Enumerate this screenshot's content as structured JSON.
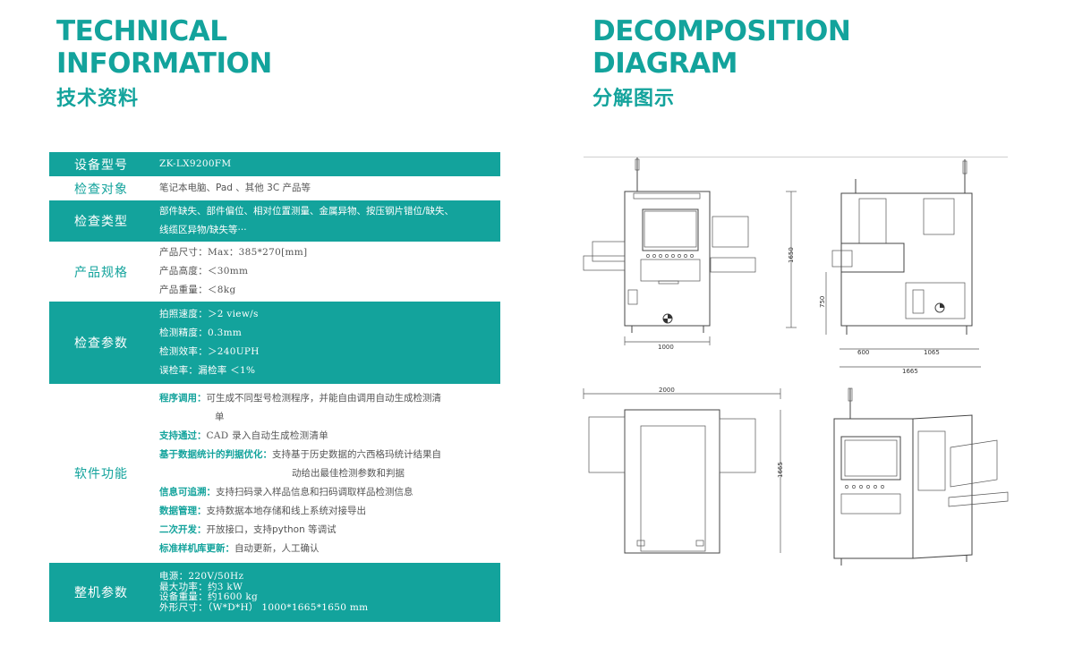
{
  "left": {
    "title_line1": "TECHNICAL",
    "title_line2": "INFORMATION",
    "subtitle": "技术资料"
  },
  "right": {
    "title_line1": "DECOMPOSITION",
    "title_line2": "DIAGRAM",
    "subtitle": "分解图示"
  },
  "spec": {
    "model": {
      "label": "设备型号",
      "value": "ZK-LX9200FM"
    },
    "target": {
      "label": "检查对象",
      "value": "笔记本电脑、Pad 、其他 3C 产品等"
    },
    "type": {
      "label": "检查类型",
      "line1": "部件缺失、部件偏位、相对位置测量、金属异物、按压钢片错位/缺失、",
      "line2": "线缆区异物/缺失等···"
    },
    "product": {
      "label": "产品规格",
      "lines": [
        "产品尺寸：Max：385*270[mm]",
        "产品高度：＜30mm",
        "产品重量：＜8kg"
      ]
    },
    "params": {
      "label": "检查参数",
      "lines": [
        "拍照速度：＞2 view/s",
        "检测精度：0.3mm",
        "检测效率：＞240UPH",
        "误检率：漏检率 ＜1%"
      ]
    },
    "software": {
      "label": "软件功能",
      "items": [
        {
          "key": "程序调用：",
          "value": "可生成不同型号检测程序，并能自由调用自动生成检测清",
          "cont": "单"
        },
        {
          "key": "支持通过：",
          "value": "CAD 录入自动生成检测清单"
        },
        {
          "key": "基于数据统计的判据优化：",
          "value": "支持基于历史数据的六西格玛统计结果自",
          "cont": "动给出最佳检测参数和判据"
        },
        {
          "key": "信息可追溯：",
          "value": "支持扫码录入样品信息和扫码调取样品检测信息"
        },
        {
          "key": "数据管理：",
          "value": "支持数据本地存储和线上系统对接导出"
        },
        {
          "key": "二次开发：",
          "value": "开放接口，支持python 等调试"
        },
        {
          "key": "标准样机库更新：",
          "value": "自动更新，人工确认"
        }
      ]
    },
    "machine": {
      "label": "整机参数",
      "lines": [
        "电源：220V/50Hz",
        "最大功率：约3 kW",
        "设备重量：约1600 kg",
        "外形尺寸：（W*D*H） 1000*1665*1650 mm"
      ]
    }
  },
  "diagram": {
    "front_width": "1000",
    "front_height": "1650",
    "side_height": "750",
    "side_w1": "600",
    "side_w2": "1065",
    "side_total": "1665",
    "top_width": "2000",
    "top_depth": "1665"
  },
  "colors": {
    "accent": "#13a39c"
  }
}
